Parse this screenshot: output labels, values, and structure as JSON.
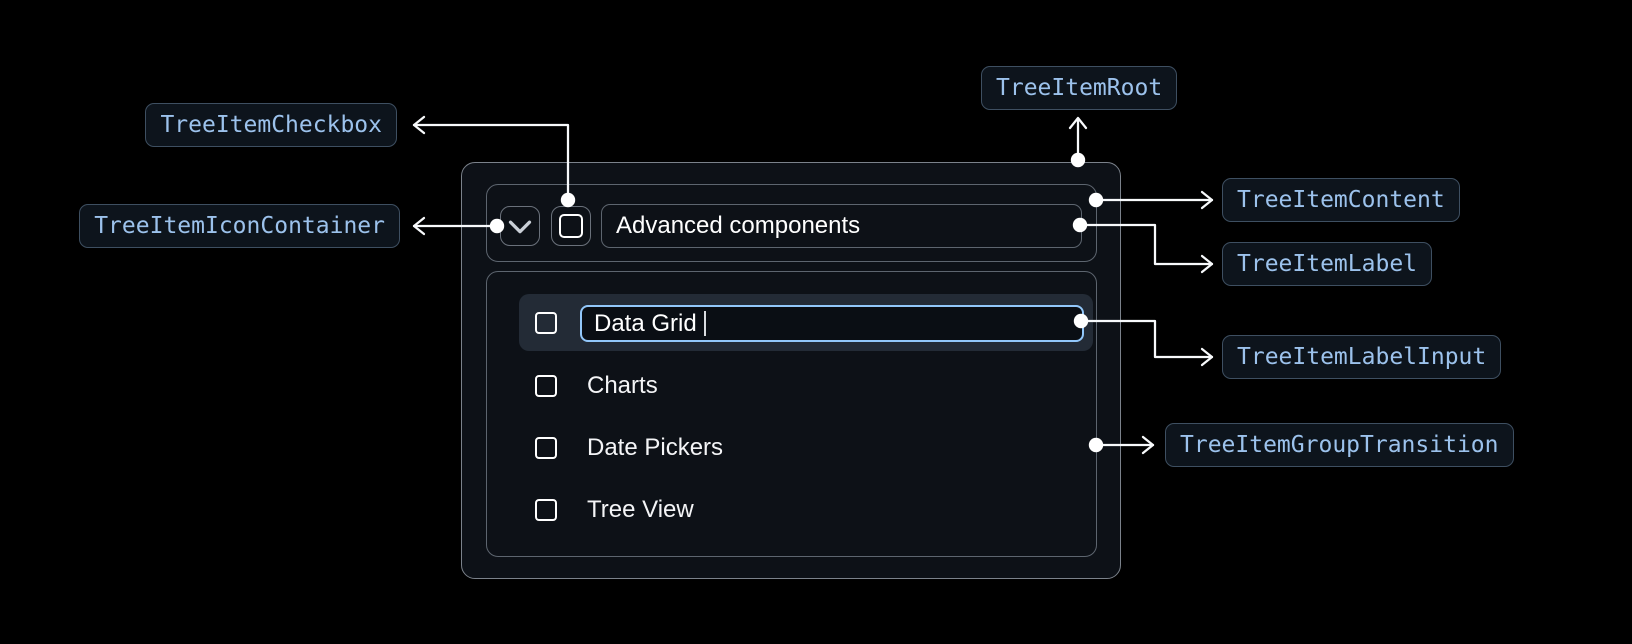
{
  "annotations": {
    "root": "TreeItemRoot",
    "checkbox": "TreeItemCheckbox",
    "icon_container": "TreeItemIconContainer",
    "content": "TreeItemContent",
    "label": "TreeItemLabel",
    "label_input": "TreeItemLabelInput",
    "group_transition": "TreeItemGroupTransition"
  },
  "component": {
    "header": {
      "label": "Advanced components"
    },
    "items": [
      {
        "label": "Data Grid",
        "editing": true
      },
      {
        "label": "Charts"
      },
      {
        "label": "Date Pickers"
      },
      {
        "label": "Tree View"
      }
    ]
  },
  "icons": {
    "expand": "chevron-down-icon",
    "checkbox": "checkbox-unchecked-icon",
    "cursor": "text-cursor"
  },
  "colors": {
    "background": "#000000",
    "surface": "#0d1117",
    "border_outer": "#7b828b",
    "border_inner": "#5d656f",
    "row_highlight": "#232b36",
    "input_focus_border": "#92c7fa",
    "annotation_text": "#9cc2ec",
    "annotation_border": "#3e4f61",
    "annotation_bg": "#0d141c",
    "connector": "#f8fafc",
    "text_primary": "#ffffff"
  }
}
